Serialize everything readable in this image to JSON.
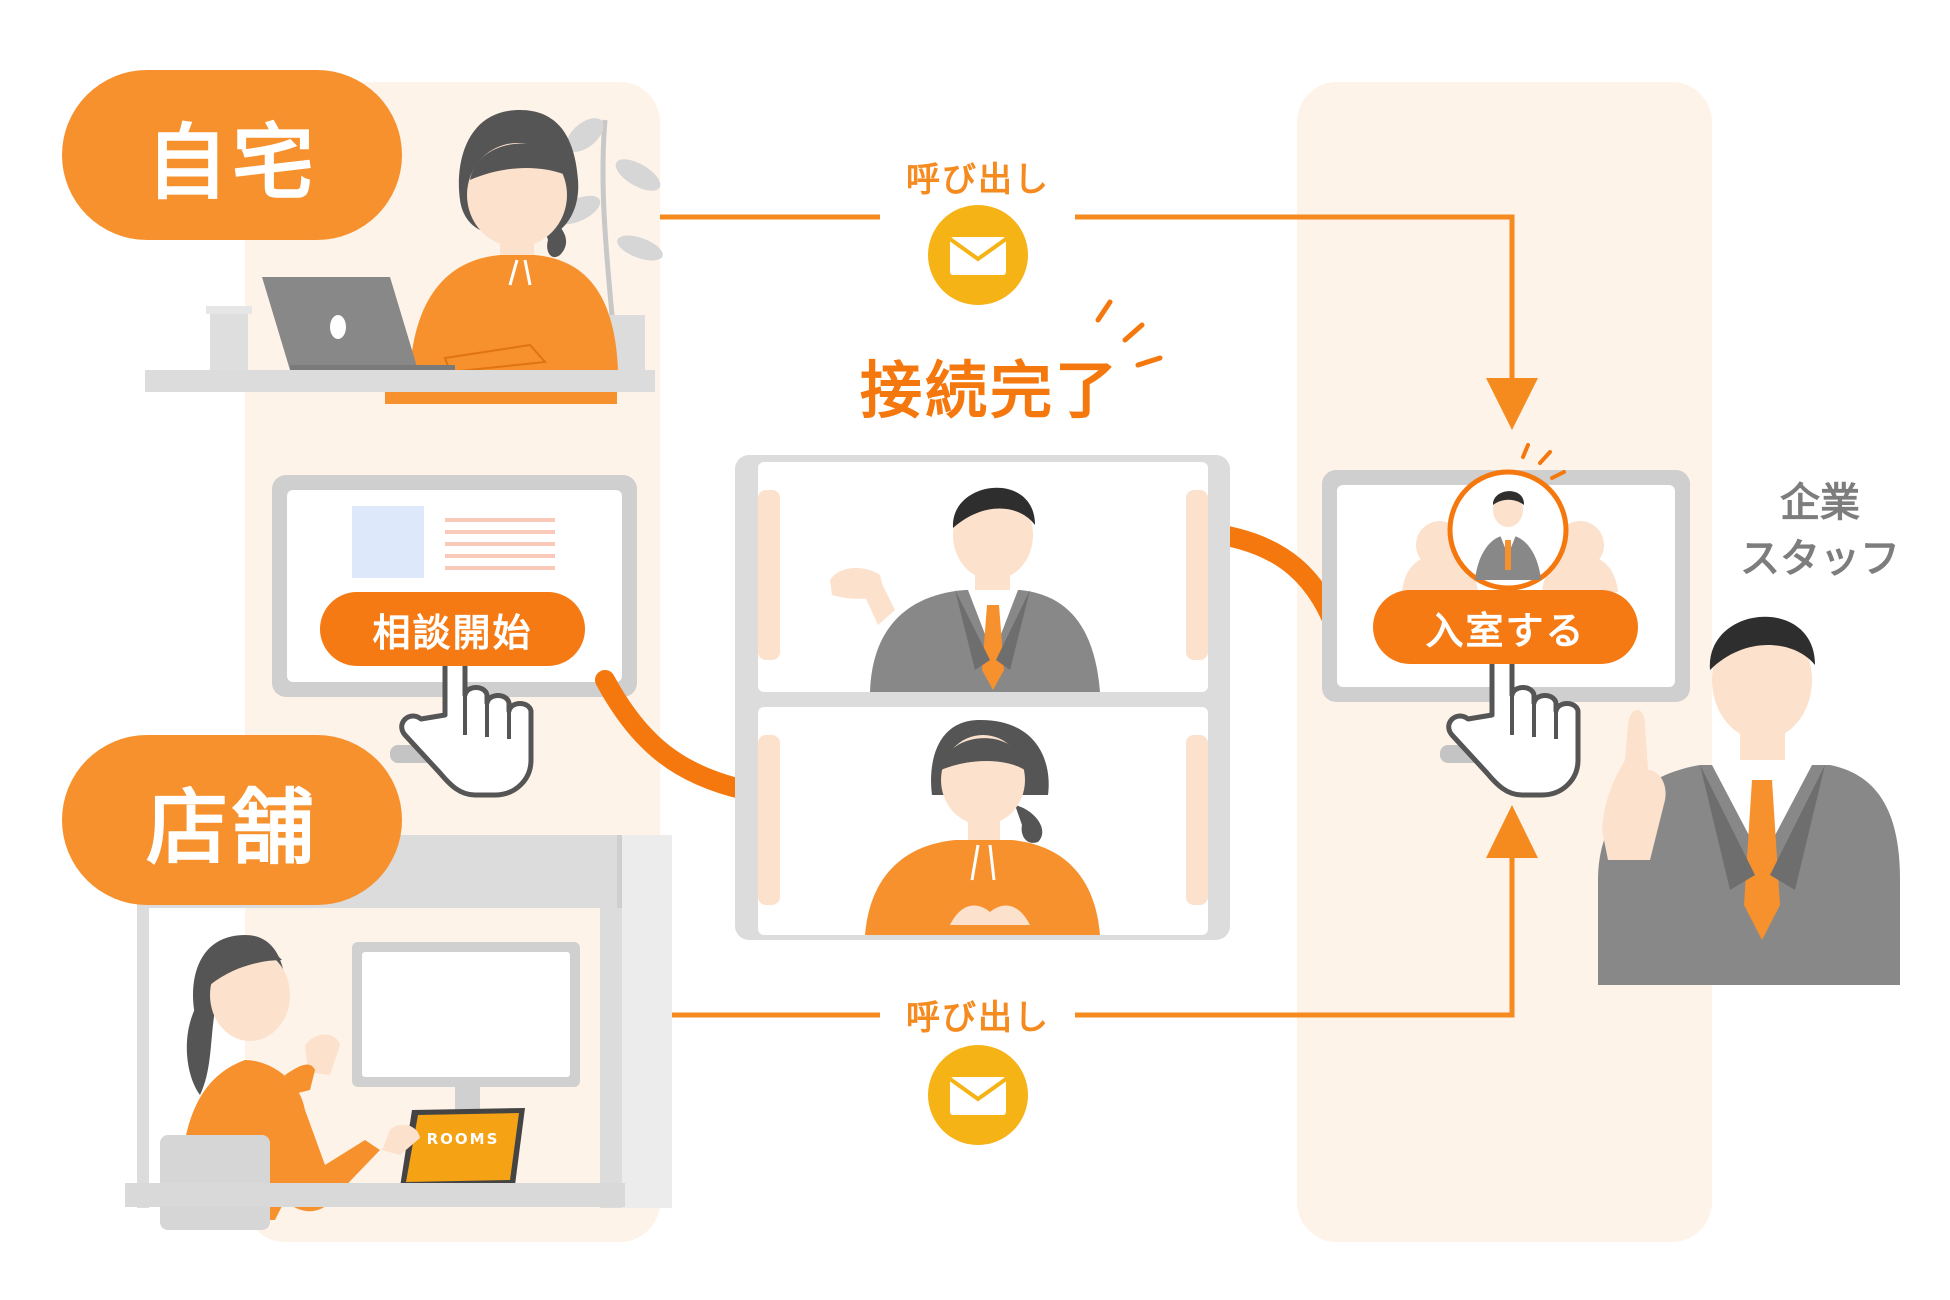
{
  "locations": {
    "home": "自宅",
    "store": "店舗"
  },
  "buttons": {
    "start_consultation": "相談開始",
    "enter_room": "入室する"
  },
  "notifications": {
    "call_top": "呼び出し",
    "call_bottom": "呼び出し"
  },
  "status": {
    "connected": "接続完了"
  },
  "staff": {
    "line1": "企業",
    "line2": "スタッフ"
  },
  "device": {
    "brand": "ROOMS"
  },
  "colors": {
    "orange": "#F6912E",
    "orange_dark": "#F5780E",
    "panel": "#FEF3E8",
    "gray": "#8A8A8A",
    "mail_yellow": "#F5B316"
  },
  "icons": [
    "mail-icon",
    "hand-pointer-icon",
    "laptop-icon",
    "monitor-icon",
    "plant-icon",
    "cup-icon",
    "tablet-icon",
    "avatar-icon"
  ]
}
